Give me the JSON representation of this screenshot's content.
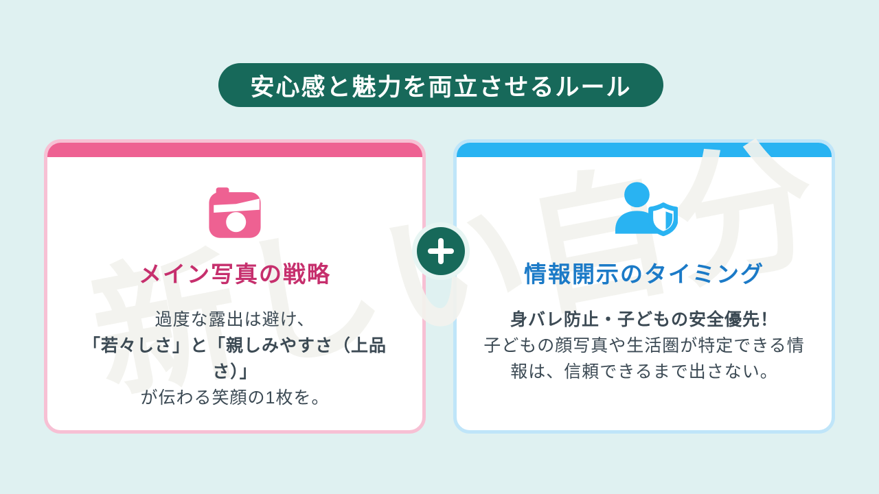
{
  "page": {
    "background": "#dff1f1"
  },
  "header": {
    "title": "安心感と魅力を両立させるルール",
    "bg": "#17695a",
    "text_color": "#ffffff"
  },
  "watermark": {
    "text": "新しい自分"
  },
  "plus_badge": {
    "symbol": "+",
    "bg": "#17695a"
  },
  "body_text_color": "#3c4a54",
  "cards": [
    {
      "icon": "camera-icon",
      "accent": "#ee6192",
      "border": "#f7c0d4",
      "title": "メイン写真の戦略",
      "title_color": "#c62f6d",
      "body_lines": [
        {
          "text": "過度な露出は避け、",
          "bold": false
        },
        {
          "text": "「若々しさ」と「親しみやすさ（上品さ）」",
          "bold": true
        },
        {
          "text": "が伝わる笑顔の1枚を。",
          "bold": false
        }
      ]
    },
    {
      "icon": "user-shield-icon",
      "accent": "#29b3f2",
      "border": "#bfe5f9",
      "title": "情報開示のタイミング",
      "title_color": "#1b7ac7",
      "body_lines": [
        {
          "text": "身バレ防止・子どもの安全優先！",
          "bold": true
        },
        {
          "text": "子どもの顔写真や生活圏が特定できる情報は、信頼できるまで出さない。",
          "bold": false
        }
      ]
    }
  ]
}
